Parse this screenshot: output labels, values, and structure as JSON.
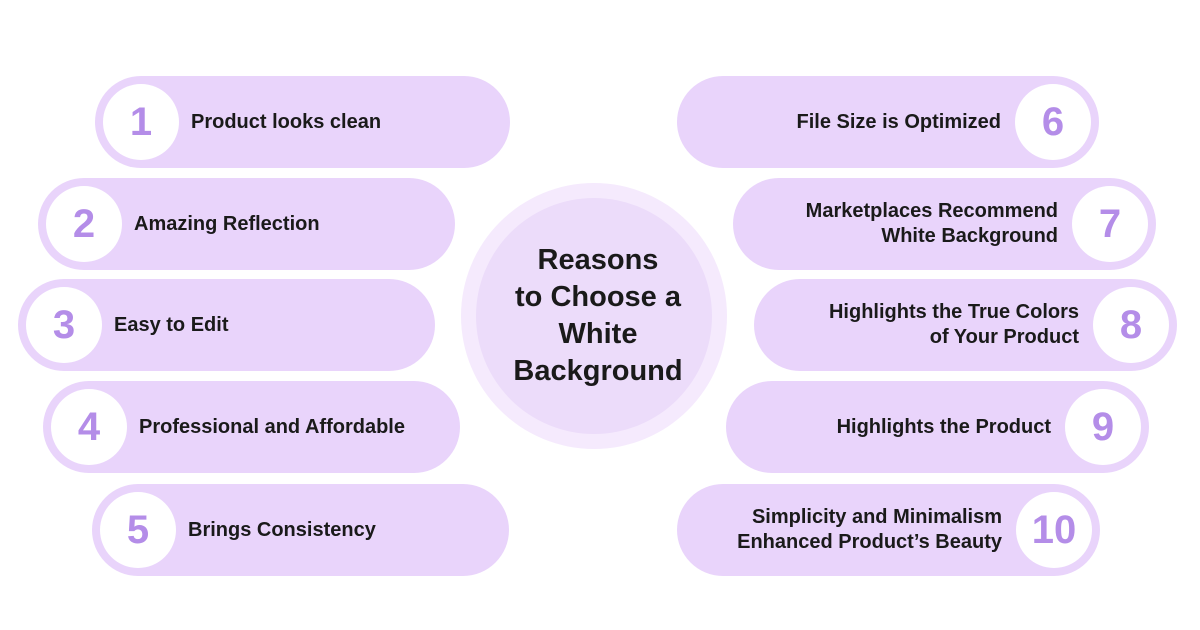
{
  "title": "Reasons\nto Choose a\nWhite\nBackground",
  "colors": {
    "pill": "#e9d4fb",
    "number": "#b48de8",
    "center_outer": "#f5eafd",
    "center_inner": "#ecdcfa",
    "text": "#1a1a1a"
  },
  "reasons": [
    {
      "number": "1",
      "label": "Product looks clean"
    },
    {
      "number": "2",
      "label": "Amazing Reflection"
    },
    {
      "number": "3",
      "label": "Easy to Edit"
    },
    {
      "number": "4",
      "label": "Professional and Affordable"
    },
    {
      "number": "5",
      "label": "Brings Consistency"
    },
    {
      "number": "6",
      "label": "File Size is Optimized"
    },
    {
      "number": "7",
      "label": "Marketplaces Recommend\nWhite Background"
    },
    {
      "number": "8",
      "label": "Highlights the True Colors\nof Your Product"
    },
    {
      "number": "9",
      "label": "Highlights the Product"
    },
    {
      "number": "10",
      "label": "Simplicity and Minimalism\nEnhanced Product’s Beauty"
    }
  ]
}
